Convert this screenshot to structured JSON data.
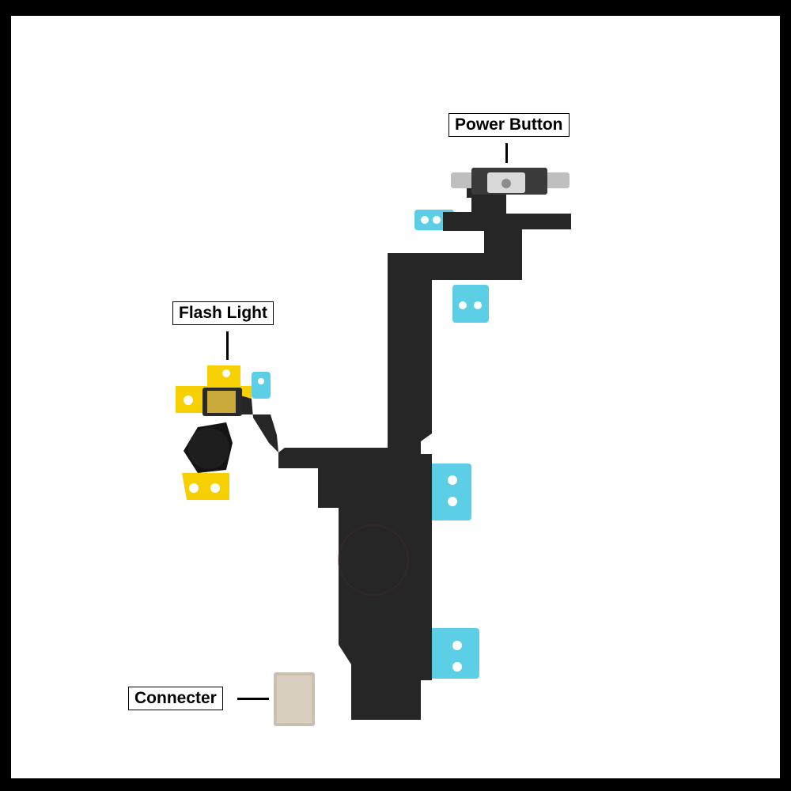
{
  "labels": {
    "power_button": "Power Button",
    "flash_light": "Flash Light",
    "connecter": "Connecter"
  },
  "colors": {
    "frame_border": "#000000",
    "background": "#ffffff",
    "flex_cable": "#262626",
    "stiffener_blue": "#5ccfe6",
    "stiffener_yellow": "#f6d000",
    "connector_metal": "#c9bfae"
  }
}
